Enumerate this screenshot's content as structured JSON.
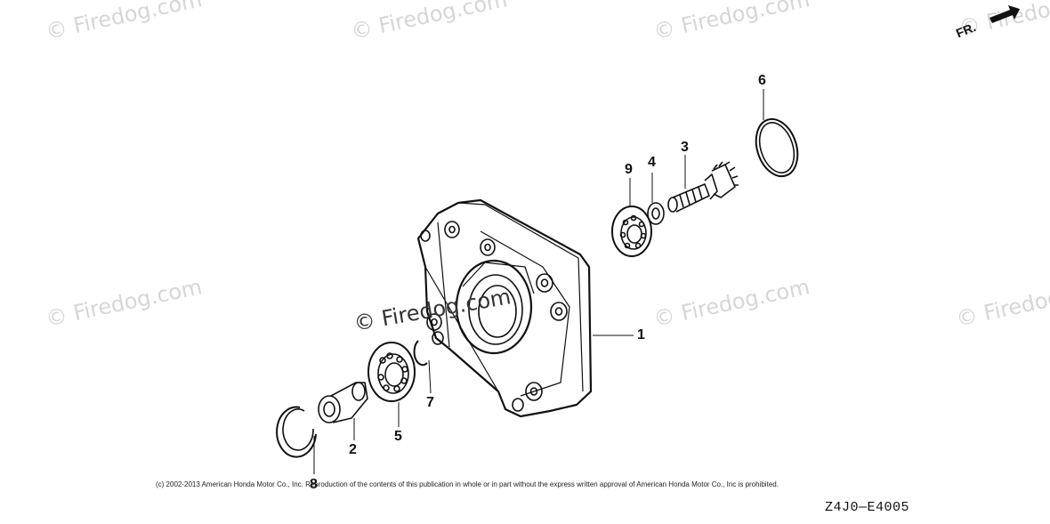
{
  "watermark": {
    "text": "© Firedog.com"
  },
  "parts": [
    {
      "number": "1"
    },
    {
      "number": "2"
    },
    {
      "number": "3"
    },
    {
      "number": "4"
    },
    {
      "number": "5"
    },
    {
      "number": "6"
    },
    {
      "number": "7"
    },
    {
      "number": "8"
    },
    {
      "number": "9"
    }
  ],
  "direction_label": "FR.",
  "copyright": "(c) 2002-2013 American Honda Motor Co., Inc. Reproduction of the contents of this publication in whole or in part without the express written approval of American Honda Motor Co., Inc is prohibited.",
  "diagram_code": "Z4J0—E4005"
}
